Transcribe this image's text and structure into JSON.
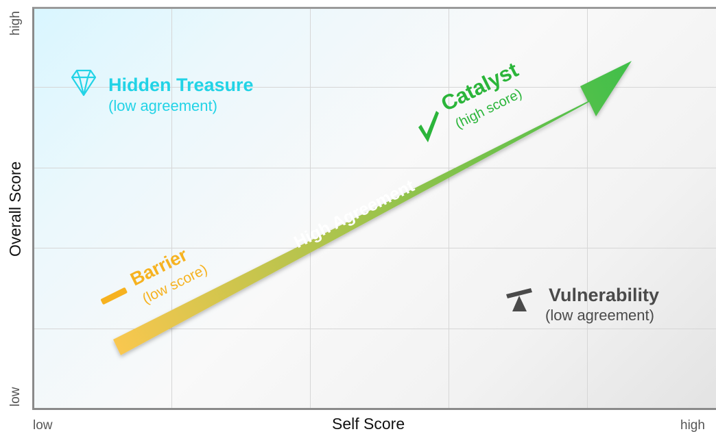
{
  "axes": {
    "x_title": "Self Score",
    "y_title": "Overall Score",
    "x_low": "low",
    "x_high": "high",
    "y_low": "low",
    "y_high": "high"
  },
  "arrow": {
    "label": "High Agreement",
    "gradient_start": "#f9c74f",
    "gradient_end": "#3fbf4a"
  },
  "quadrants": {
    "hidden_treasure": {
      "title": "Hidden Treasure",
      "subtitle": "(low agreement)",
      "color": "#22d3e6",
      "icon": "diamond-icon"
    },
    "catalyst": {
      "title": "Catalyst",
      "subtitle": "(high score)",
      "color": "#2bb53a",
      "icon": "checkmark-icon"
    },
    "barrier": {
      "title": "Barrier",
      "subtitle": "(low score)",
      "color": "#f6b220",
      "icon": "dash-icon"
    },
    "vulnerability": {
      "title": "Vulnerability",
      "subtitle": "(low agreement)",
      "color": "#4a4a4a",
      "icon": "seesaw-icon"
    }
  }
}
